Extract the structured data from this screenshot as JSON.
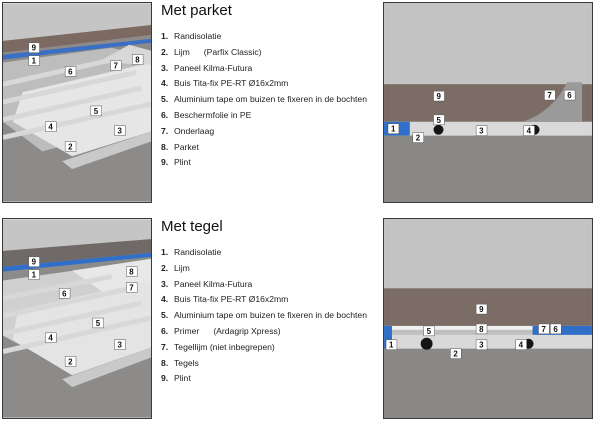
{
  "sections": [
    {
      "title": "Met parket",
      "items": [
        {
          "num": "1.",
          "text": "Randisolatie",
          "note": ""
        },
        {
          "num": "2.",
          "text": "Lijm",
          "note": "(Parfix Classic)"
        },
        {
          "num": "3.",
          "text": "Paneel Kilma-Futura",
          "note": ""
        },
        {
          "num": "4.",
          "text": "Buis Tita-fix PE-RT Ø16x2mm",
          "note": ""
        },
        {
          "num": "5.",
          "text": "Aluminium tape om buizen te fixeren in de bochten",
          "note": ""
        },
        {
          "num": "6.",
          "text": "Beschermfolie in PE",
          "note": ""
        },
        {
          "num": "7.",
          "text": "Onderlaag",
          "note": ""
        },
        {
          "num": "8.",
          "text": "Parket",
          "note": ""
        },
        {
          "num": "9.",
          "text": "Plint",
          "note": ""
        }
      ],
      "left_labels": [
        "9",
        "1",
        "6",
        "7",
        "8",
        "5",
        "4",
        "3",
        "2"
      ],
      "right_labels": [
        "9",
        "7",
        "6",
        "1",
        "5",
        "2",
        "3",
        "4"
      ]
    },
    {
      "title": "Met tegel",
      "items": [
        {
          "num": "1.",
          "text": "Randisolatie",
          "note": ""
        },
        {
          "num": "2.",
          "text": "Lijm",
          "note": ""
        },
        {
          "num": "3.",
          "text": "Paneel Kilma-Futura",
          "note": ""
        },
        {
          "num": "4.",
          "text": "Buis Tita-fix PE-RT Ø16x2mm",
          "note": ""
        },
        {
          "num": "5.",
          "text": "Aluminium tape om buizen te fixeren in de bochten",
          "note": ""
        },
        {
          "num": "6.",
          "text": "Primer",
          "note": "(Ardagrip Xpress)"
        },
        {
          "num": "7.",
          "text": "Tegellijm (niet inbegrepen)",
          "note": ""
        },
        {
          "num": "8.",
          "text": "Tegels",
          "note": ""
        },
        {
          "num": "9.",
          "text": "Plint",
          "note": ""
        }
      ],
      "left_labels": [
        "9",
        "1",
        "8",
        "7",
        "6",
        "5",
        "4",
        "3",
        "2"
      ],
      "right_labels": [
        "9",
        "8",
        "7",
        "6",
        "1",
        "5",
        "3",
        "4",
        "2"
      ]
    }
  ],
  "colors": {
    "wall": "#b9b9b9",
    "plinth": "#7a6a63",
    "floor": "#8f8d8b",
    "panel": "#e3e3e3",
    "insulation": "#2f6fc9",
    "pipe": "#151515"
  }
}
